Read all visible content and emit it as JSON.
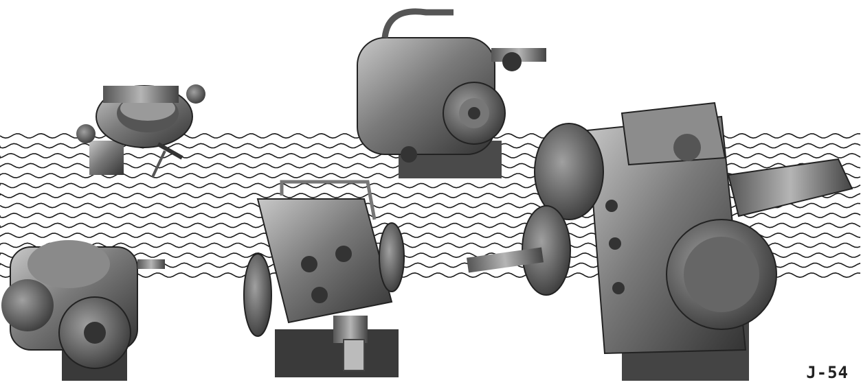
{
  "page": {
    "code": "J-54",
    "background_color": "#ffffff"
  },
  "decoration": {
    "wave_lines": 15,
    "wave_color": "#1a1a1a"
  },
  "items": [
    {
      "name": "small-pump-top-left",
      "kind": "gear pump with open housing"
    },
    {
      "name": "pump-top-center",
      "kind": "gear pump with bypass pipe and mounting base"
    },
    {
      "name": "pump-bottom-left",
      "kind": "small flanged gear pump"
    },
    {
      "name": "pump-bottom-center",
      "kind": "flanged gear pump with relief valve and bypass pipe"
    },
    {
      "name": "pump-large-right",
      "kind": "large flanged gear pump with long drive shaft"
    }
  ],
  "colors": {
    "metal_dark": "#3a3a3a",
    "metal_mid": "#6e6e6e",
    "metal_light": "#a8a8a8",
    "highlight": "#d9d9d9"
  }
}
